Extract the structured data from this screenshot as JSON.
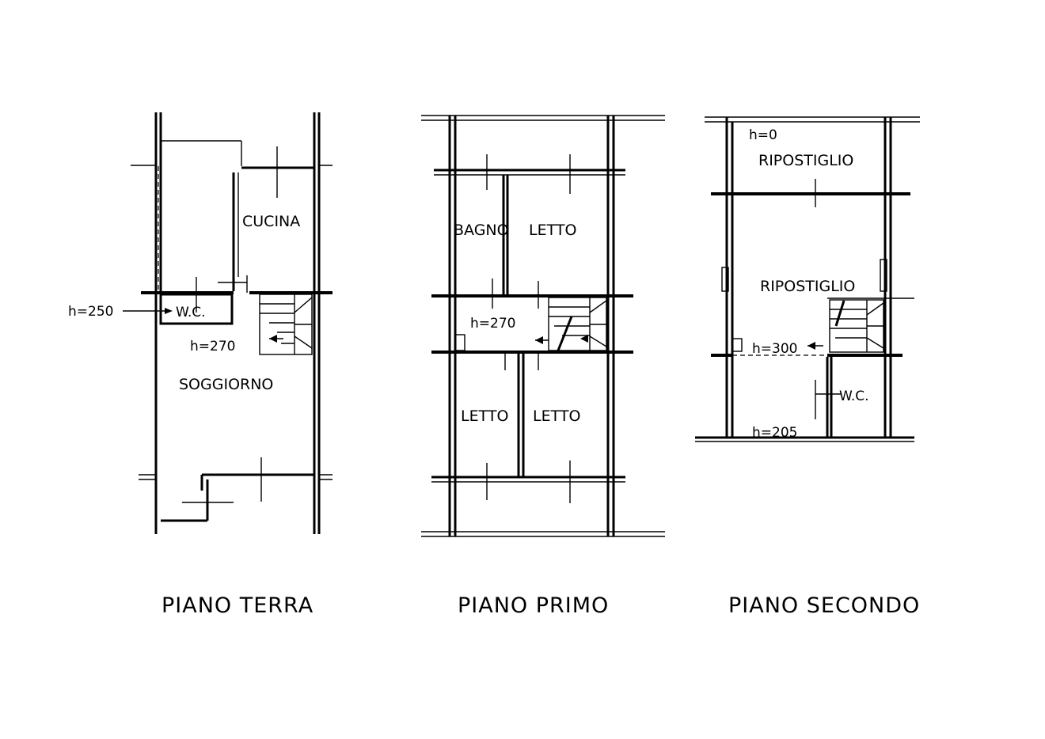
{
  "floors": [
    {
      "title": "PIANO TERRA",
      "rooms": [
        "CUCINA",
        "W.C.",
        "SOGGIORNO"
      ],
      "heights": [
        "h=250",
        "h=270"
      ]
    },
    {
      "title": "PIANO PRIMO",
      "rooms": [
        "BAGNO",
        "LETTO",
        "LETTO",
        "LETTO"
      ],
      "heights": [
        "h=270"
      ]
    },
    {
      "title": "PIANO SECONDO",
      "rooms": [
        "RIPOSTIGLIO",
        "RIPOSTIGLIO",
        "W.C."
      ],
      "heights": [
        "h=0",
        "h=300",
        "h=205"
      ]
    }
  ]
}
